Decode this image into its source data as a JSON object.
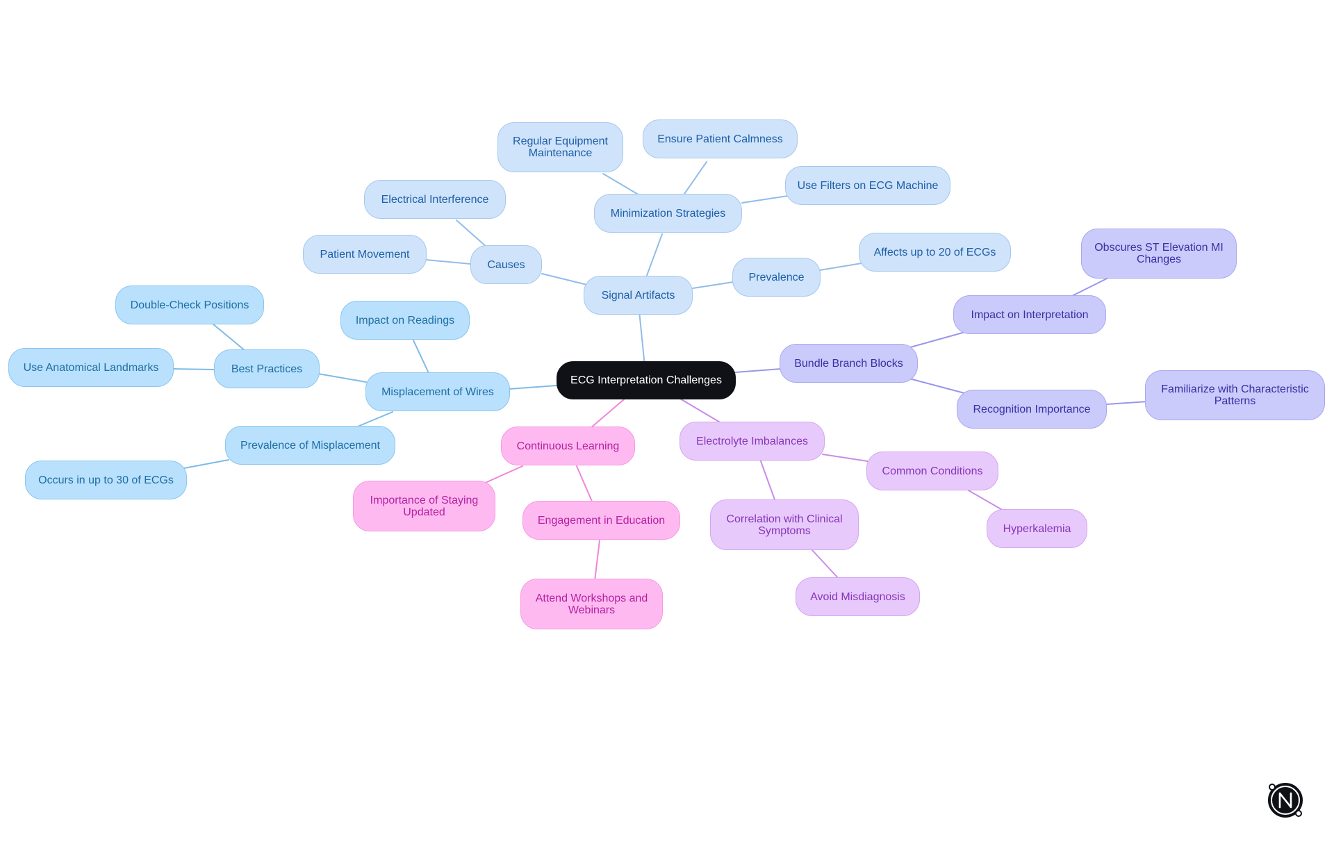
{
  "colors": {
    "sky_edge": "#90bde9",
    "cyan_edge": "#7dbbe6",
    "pink_edge": "#ef86d8",
    "lav_edge": "#c98ce8",
    "indi_edge": "#9a96ea"
  },
  "mindmap": {
    "root": "ECG Interpretation Challenges",
    "signal_artifacts": {
      "label": "Signal Artifacts",
      "minimization": {
        "label": "Minimization Strategies",
        "equipment": "Regular Equipment Maintenance",
        "calmness": "Ensure Patient Calmness",
        "filters": "Use Filters on ECG Machine"
      },
      "causes": {
        "label": "Causes",
        "electrical": "Electrical Interference",
        "movement": "Patient Movement"
      },
      "prevalence": {
        "label": "Prevalence",
        "affects": "Affects up to 20 of ECGs"
      }
    },
    "misplacement": {
      "label": "Misplacement of Wires",
      "impact": "Impact on Readings",
      "best_practices": {
        "label": "Best Practices",
        "double_check": "Double-Check Positions",
        "landmarks": "Use Anatomical Landmarks"
      },
      "prevalence": {
        "label": "Prevalence of Misplacement",
        "occurs": "Occurs in up to 30 of ECGs"
      }
    },
    "bundle": {
      "label": "Bundle Branch Blocks",
      "impact": {
        "label": "Impact on Interpretation",
        "obscures": "Obscures ST Elevation MI Changes"
      },
      "recognition": {
        "label": "Recognition Importance",
        "familiarize": "Familiarize with Characteristic Patterns"
      }
    },
    "learning": {
      "label": "Continuous Learning",
      "updated": "Importance of Staying Updated",
      "engagement": {
        "label": "Engagement in Education",
        "workshops": "Attend Workshops and Webinars"
      }
    },
    "electrolyte": {
      "label": "Electrolyte Imbalances",
      "common": {
        "label": "Common Conditions",
        "hyperkalemia": "Hyperkalemia"
      },
      "correlation": {
        "label": "Correlation with Clinical Symptoms",
        "misdiagnosis": "Avoid Misdiagnosis"
      }
    }
  }
}
